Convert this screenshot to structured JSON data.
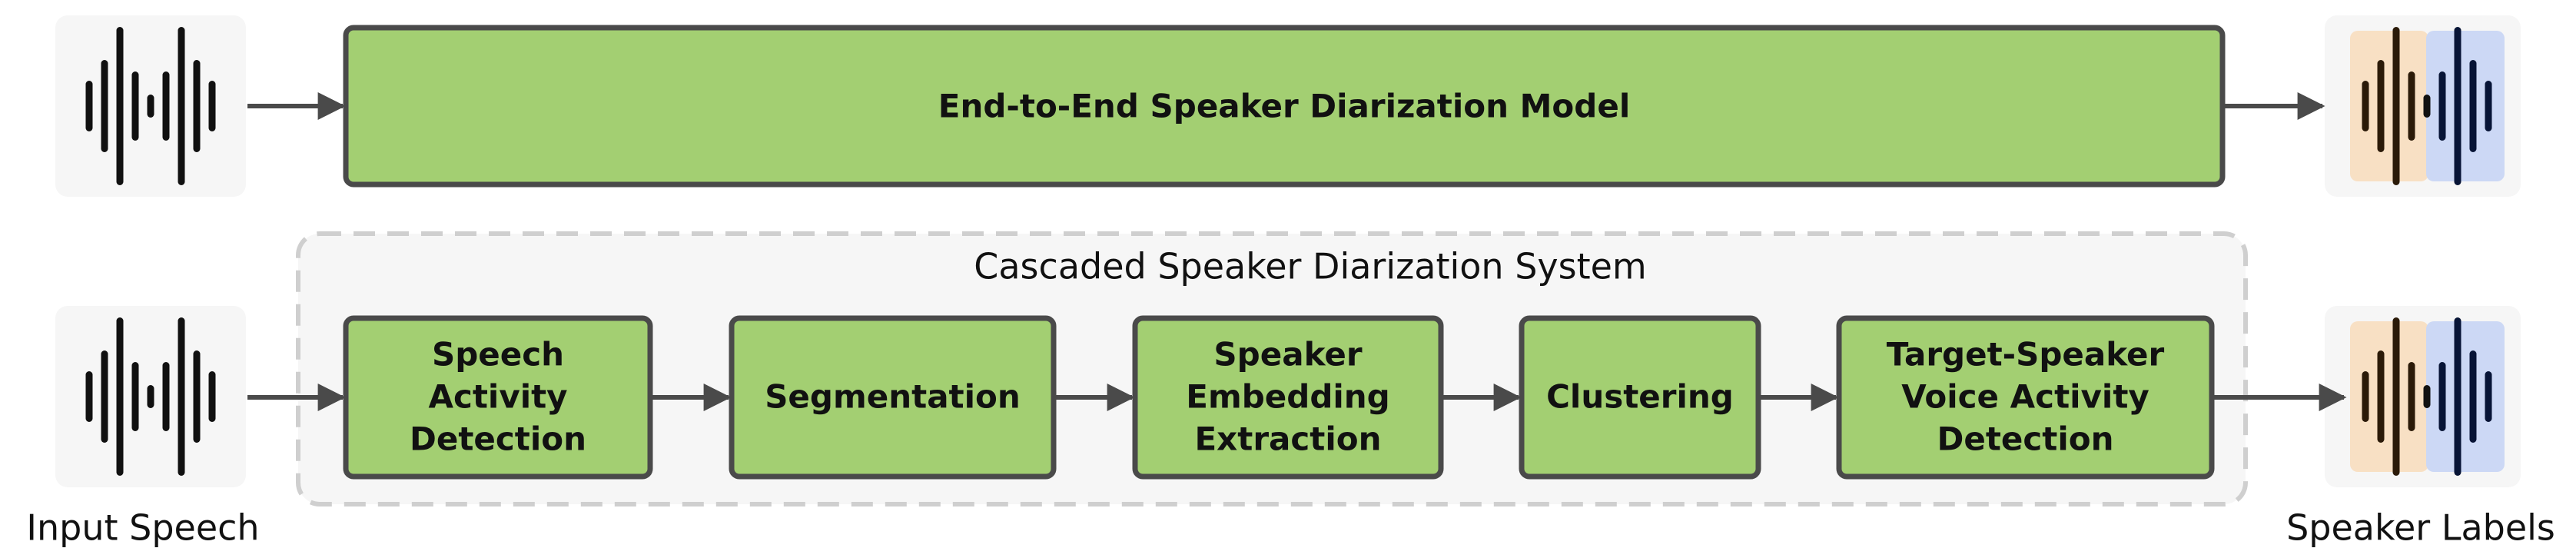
{
  "top_model": {
    "label": "End-to-End Speaker Diarization Model"
  },
  "cascade": {
    "title": "Cascaded Speaker Diarization System",
    "stages": [
      {
        "label": [
          "Speech",
          "Activity",
          "Detection"
        ]
      },
      {
        "label": [
          "Segmentation"
        ]
      },
      {
        "label": [
          "Speaker",
          "Embedding",
          "Extraction"
        ]
      },
      {
        "label": [
          "Clustering"
        ]
      },
      {
        "label": [
          "Target-Speaker",
          "Voice Activity",
          "Detection"
        ]
      }
    ]
  },
  "input": {
    "caption": "Input Speech",
    "icon": "waveform-icon"
  },
  "output": {
    "caption": "Speaker Labels",
    "icon": "speaker-waveform-icon"
  },
  "colors": {
    "box_fill": "#a3cf72",
    "box_stroke": "#4a4a4a",
    "dashed_stroke": "#cfcfcf",
    "panel_bg": "#f6f6f6",
    "speaker1": "#f8e0c4",
    "speaker2": "#ccd8f5",
    "wave": "#111111",
    "wave_speaker1": "#2b1a08",
    "wave_speaker2": "#071436"
  }
}
